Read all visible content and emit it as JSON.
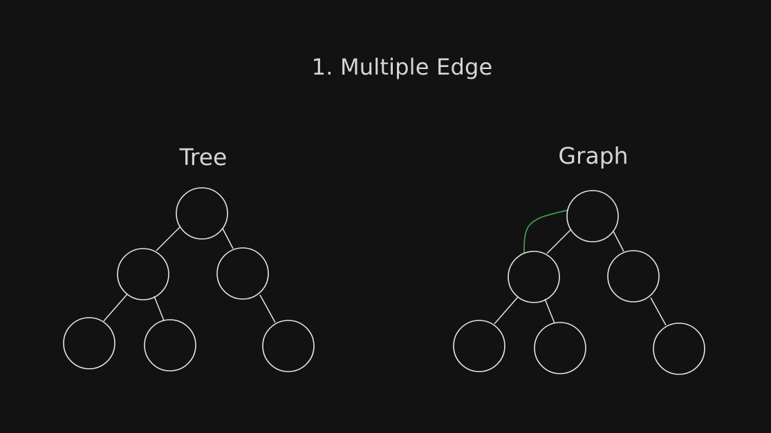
{
  "title": "1. Multiple Edge",
  "panels": {
    "tree": {
      "label": "Tree"
    },
    "graph": {
      "label": "Graph"
    }
  },
  "colors": {
    "background": "#121212",
    "stroke": "#e6e6e6",
    "text": "#d6d6d6",
    "extra_edge": "#3f9b4f"
  }
}
